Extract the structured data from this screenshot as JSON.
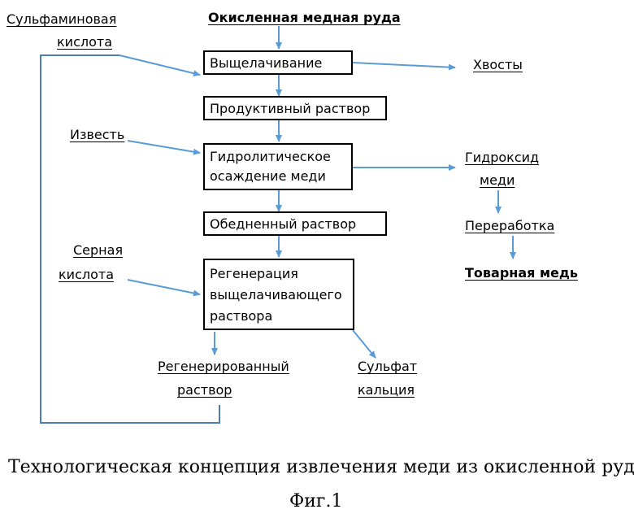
{
  "inputs": {
    "sulfamic_acid": [
      "Сульфаминовая",
      "кислота"
    ],
    "ore": "Окисленная медная руда",
    "lime": "Известь",
    "sulfuric_acid": [
      "Серная",
      "кислота"
    ]
  },
  "steps": {
    "leaching": "Выщелачивание",
    "productive_solution": "Продуктивный раствор",
    "hydrolytic": [
      "Гидролитическое",
      "осаждение меди"
    ],
    "depleted_solution": "Обедненный раствор",
    "regeneration": [
      "Регенерация",
      "выщелачивающего",
      "раствора"
    ]
  },
  "outputs": {
    "tailings": "Хвосты",
    "hydroxide": [
      "Гидроксид",
      "меди"
    ],
    "processing": "Переработка",
    "commercial_copper": "Товарная медь",
    "regenerated": [
      "Регенерированный",
      "раствор"
    ],
    "calcium_sulfate": [
      "Сульфат",
      "кальция"
    ]
  },
  "caption": {
    "title": "Технологическая концепция извлечения меди из окисленной руды",
    "figure": "Фиг.1"
  },
  "colors": {
    "arrow": "#5b9bd5",
    "line": "#4a7ebb"
  }
}
